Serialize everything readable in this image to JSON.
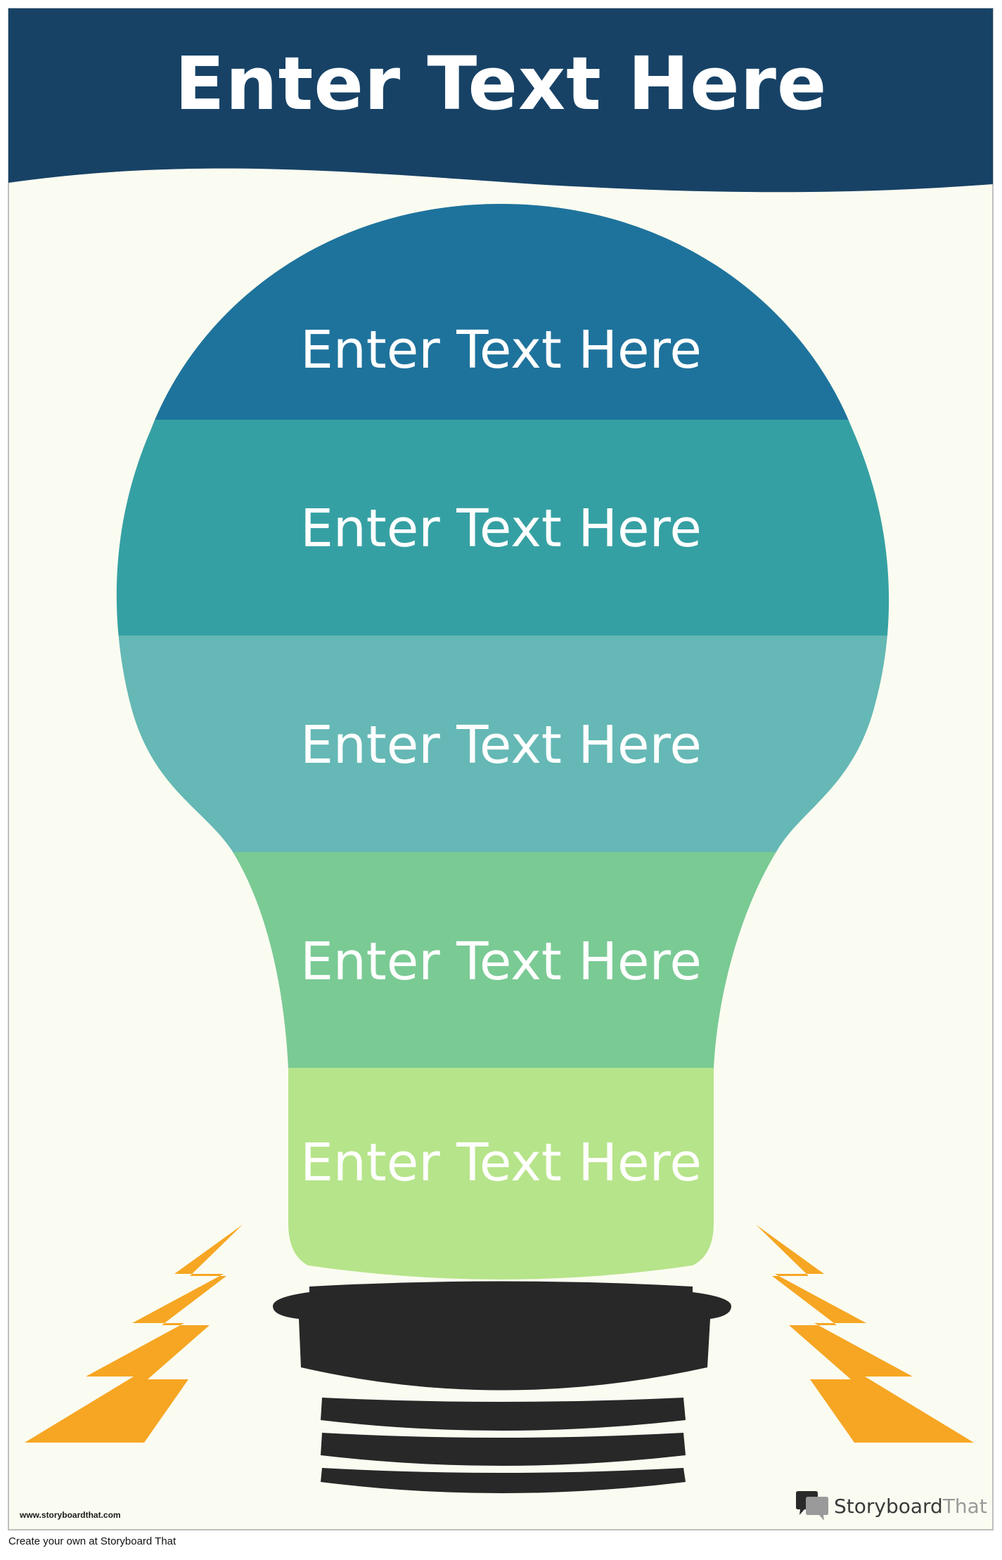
{
  "poster": {
    "title": "Enter Text Here",
    "bands": [
      {
        "label": "Enter Text Here",
        "color": "#1e739c"
      },
      {
        "label": "Enter Text Here",
        "color": "#35a0a3"
      },
      {
        "label": "Enter Text Here",
        "color": "#65b8b5"
      },
      {
        "label": "Enter Text Here",
        "color": "#7aca94"
      },
      {
        "label": "Enter Text Here",
        "color": "#b6e48a"
      }
    ],
    "colors": {
      "header": "#174266",
      "background": "#fbfcf1",
      "socket": "#282828",
      "lightning": "#f6a623"
    }
  },
  "footer": {
    "site_url": "www.storyboardthat.com",
    "note": "Create your own at Storyboard That",
    "brand_name_a": "Storyboard",
    "brand_name_b": "That",
    "brand_icon": "speech-bubbles-icon"
  }
}
